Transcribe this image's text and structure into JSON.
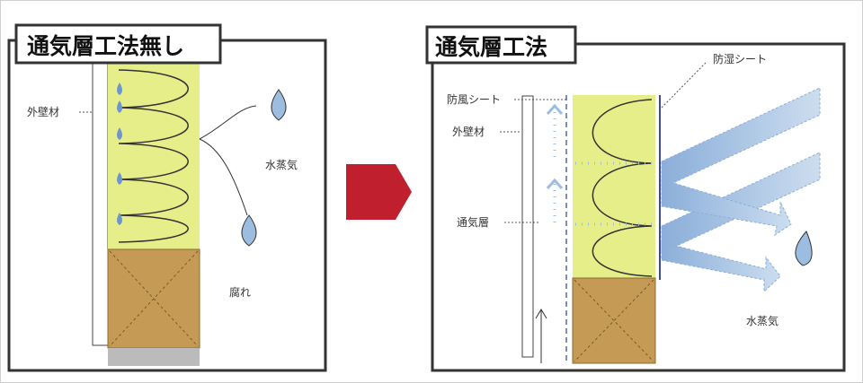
{
  "left_panel": {
    "title": "通気層工法無し",
    "label_exterior_wall": "外壁材",
    "label_water_vapor": "水蒸気",
    "label_rot": "腐れ"
  },
  "right_panel": {
    "title": "通気層工法",
    "label_vapor_barrier": "防湿シート",
    "label_wind_barrier": "防風シート",
    "label_exterior_wall": "外壁材",
    "label_air_layer": "通気層",
    "label_water_vapor": "水蒸気"
  },
  "colors": {
    "insulation": "#e6ee8a",
    "wood": "#c49a55",
    "vapor": "#9dbde0",
    "arrow": "#c0202e"
  }
}
